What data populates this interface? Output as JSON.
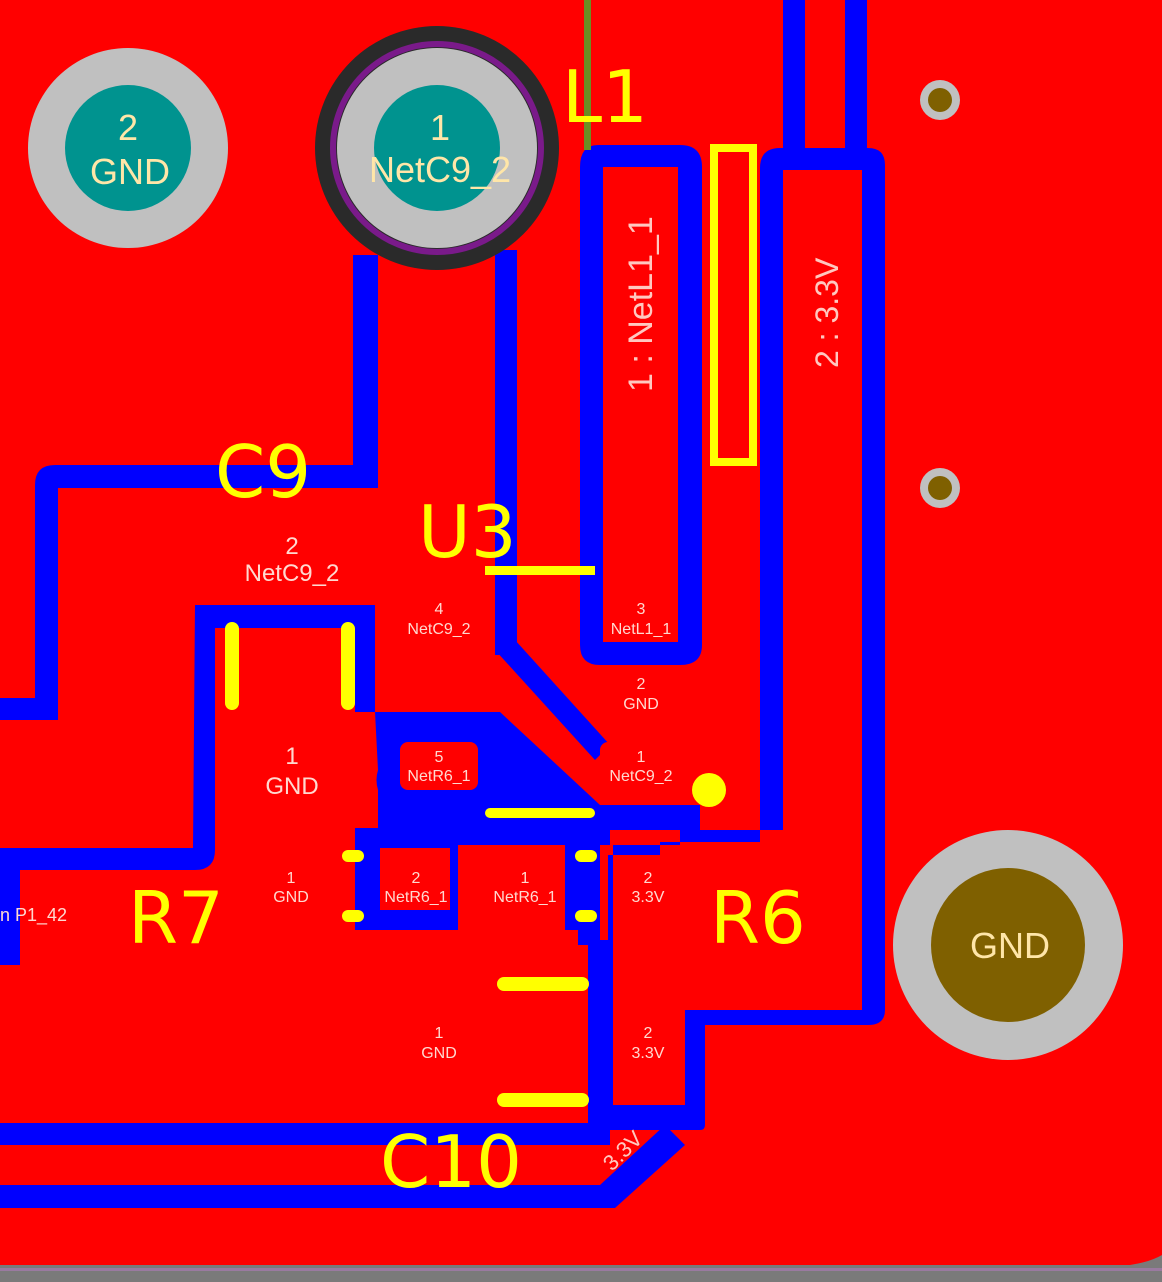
{
  "colors": {
    "copper": "#ff0000",
    "clearance": "#0000ff",
    "silkscreen": "#ffff00",
    "via_ring": "#c0c0c0",
    "hole_teal": "#00938f",
    "hole_gold": "#7f6000",
    "background": "#7a7a7a"
  },
  "designators": {
    "l1": "L1",
    "c9": "C9",
    "u3": "U3",
    "r7": "R7",
    "r6": "R6",
    "c10": "C10"
  },
  "through_hole": {
    "gnd_pad": {
      "number": "2",
      "net": "GND"
    },
    "netc9_pad": {
      "number": "1",
      "net": "NetC9_2"
    },
    "mount_hole": {
      "net": "GND"
    }
  },
  "l1_pads": {
    "pad1": "1 : NetL1_1",
    "pad2": "2 : 3.3V"
  },
  "c9_pads": {
    "pad2": {
      "number": "2",
      "net": "NetC9_2"
    },
    "pad1": {
      "number": "1",
      "net": "GND"
    }
  },
  "u3_pads": {
    "pad4": {
      "number": "4",
      "net": "NetC9_2"
    },
    "pad3": {
      "number": "3",
      "net": "NetL1_1"
    },
    "pad2": {
      "number": "2",
      "net": "GND"
    },
    "pad5": {
      "number": "5",
      "net": "NetR6_1"
    },
    "pad1": {
      "number": "1",
      "net": "NetC9_2"
    }
  },
  "r7_pads": {
    "pad1": {
      "number": "1",
      "net": "GND"
    },
    "pad2": {
      "number": "2",
      "net": "NetR6_1"
    }
  },
  "r6_pads": {
    "pad1": {
      "number": "1",
      "net": "NetR6_1"
    },
    "pad2": {
      "number": "2",
      "net": "3.3V"
    }
  },
  "c10_pads": {
    "pad1": {
      "number": "1",
      "net": "GND"
    },
    "pad2": {
      "number": "2",
      "net": "3.3V"
    }
  },
  "misc_labels": {
    "left_net": "n P1_42",
    "bottom_net": "3.3V"
  }
}
